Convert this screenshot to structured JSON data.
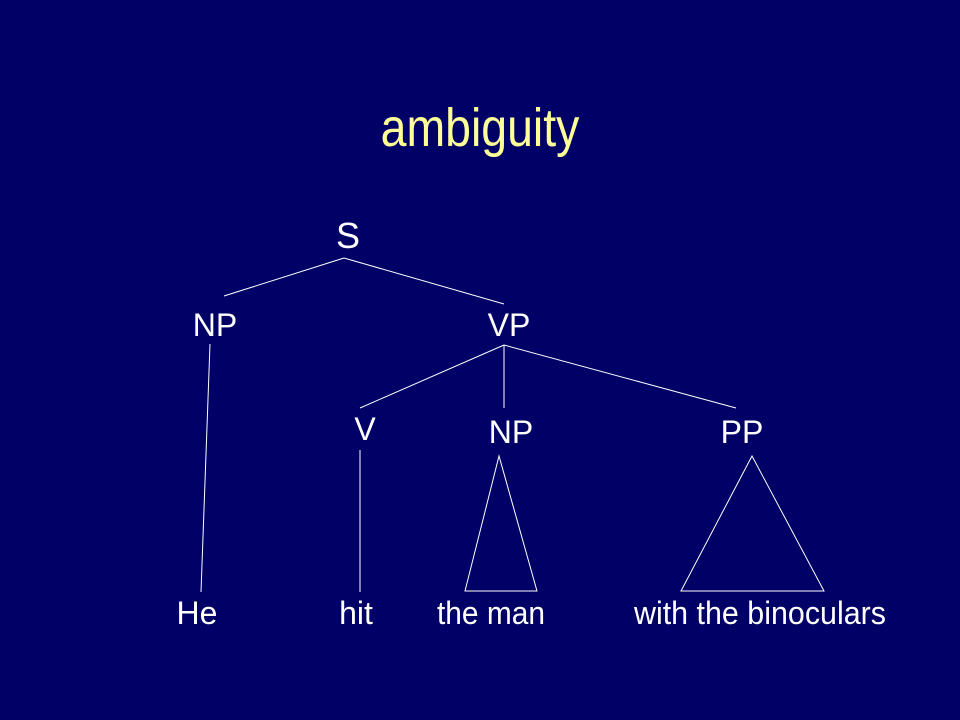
{
  "slide": {
    "title": "ambiguity",
    "background_color": "#000066",
    "title_color": "#ffff99",
    "line_color": "#ffffff"
  },
  "tree": {
    "nodes": {
      "s": "S",
      "np_subject": "NP",
      "vp": "VP",
      "v": "V",
      "np_object": "NP",
      "pp": "PP"
    },
    "leaves": {
      "he": "He",
      "hit": "hit",
      "the_man": "the man",
      "with_the_binoculars": "with the binoculars"
    }
  }
}
